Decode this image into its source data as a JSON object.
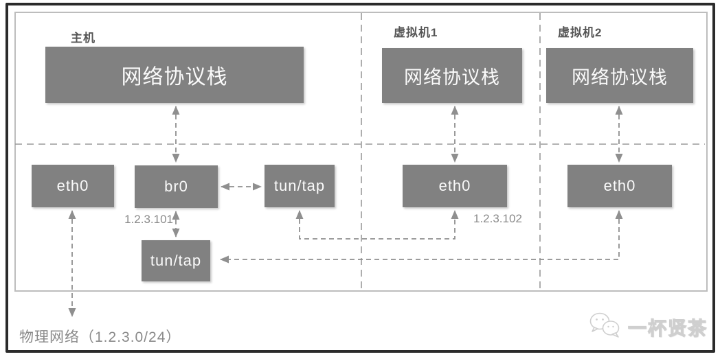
{
  "sections": {
    "host": {
      "label": "主机"
    },
    "vm1": {
      "label": "虚拟机1"
    },
    "vm2": {
      "label": "虚拟机2"
    }
  },
  "nodes": {
    "host_stack": {
      "label": "网络协议栈"
    },
    "vm1_stack": {
      "label": "网络协议栈"
    },
    "vm2_stack": {
      "label": "网络协议栈"
    },
    "host_eth0": {
      "label": "eth0"
    },
    "br0": {
      "label": "br0"
    },
    "host_tuntap_upper": {
      "label": "tun/tap"
    },
    "host_tuntap_lower": {
      "label": "tun/tap"
    },
    "vm1_eth0": {
      "label": "eth0"
    },
    "vm2_eth0": {
      "label": "eth0"
    }
  },
  "annotations": {
    "br0_ip": "1.2.3.101",
    "vm1_eth0_ip": "1.2.3.102",
    "physical_network": "物理网络（1.2.3.0/24）"
  },
  "watermark": {
    "text": "一杯贤茶",
    "icon": "wechat-bubbles-icon"
  },
  "colors": {
    "node_fill": "#818181",
    "node_text": "#fafafa",
    "wire": "#8f8f8f",
    "section_label": "#565656",
    "annotation": "#8a8a8a",
    "outer_border": "#2b2b2b",
    "inner_border": "#bdbdbd",
    "watermark": "#cfcfcf"
  }
}
